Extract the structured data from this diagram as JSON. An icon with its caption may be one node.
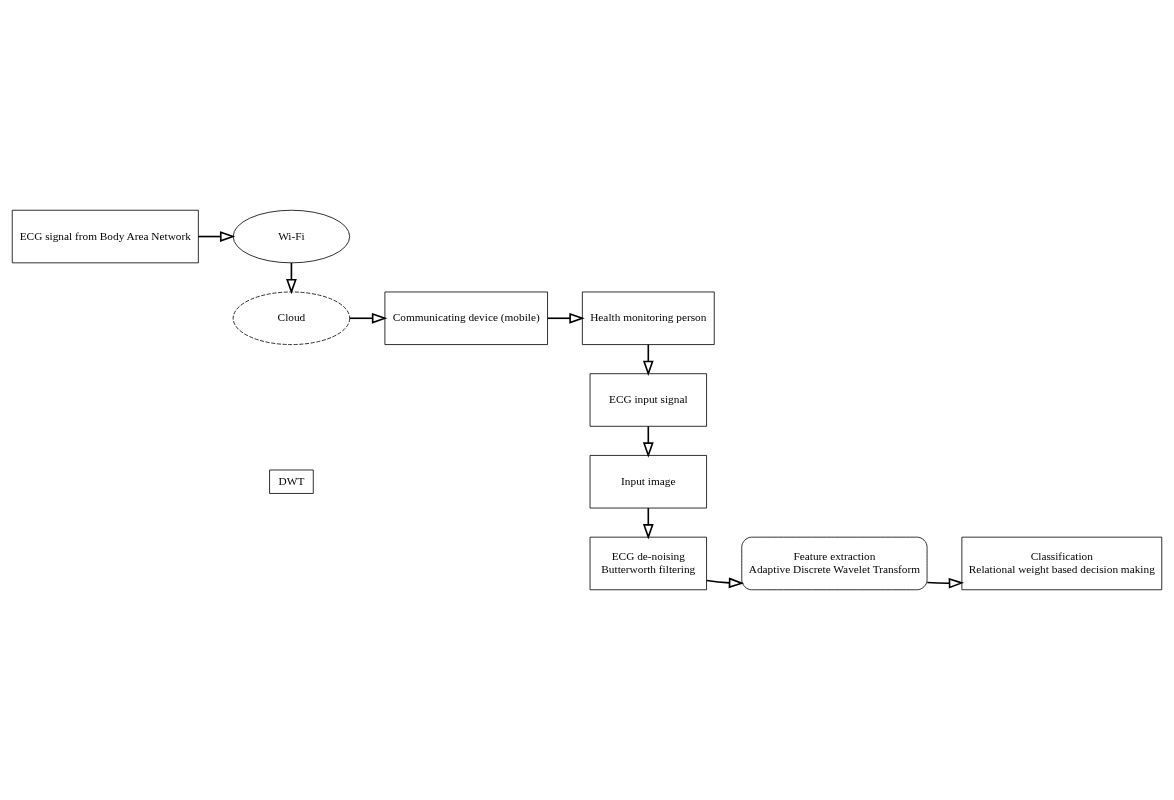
{
  "diagram": {
    "nodes": [
      {
        "text": [
          "ECG signal from Body Area Network"
        ]
      },
      {
        "text": [
          "Wi-Fi"
        ]
      },
      {
        "text": [
          "Cloud"
        ]
      },
      {
        "text": [
          "Communicating device (mobile)"
        ]
      },
      {
        "text": [
          "Health monitoring person"
        ]
      },
      {
        "text": [
          "ECG input signal"
        ]
      },
      {
        "text": [
          "DWT"
        ]
      },
      {
        "text": [
          "Input image"
        ]
      },
      {
        "text": [
          "ECG de-noising",
          "Butterworth filtering"
        ]
      },
      {
        "text": [
          "Feature extraction",
          "Adaptive Discrete Wavelet Transform"
        ]
      },
      {
        "text": [
          "Classification",
          "Relational weight based decision making"
        ]
      }
    ],
    "edges": [
      {
        "from": 0,
        "to": 1,
        "arrow": "to"
      },
      {
        "from": 1,
        "to": 2,
        "arrow": "to"
      },
      {
        "from": 2,
        "to": 3,
        "arrow": "to"
      },
      {
        "from": 3,
        "to": 4,
        "arrow": "to"
      },
      {
        "from": 4,
        "to": 5,
        "arrow": "to"
      },
      {
        "from": 5,
        "to": 7,
        "arrow": "to"
      },
      {
        "from": 7,
        "to": 8,
        "arrow": "to"
      },
      {
        "from": 8,
        "to": 9,
        "arrow": "to"
      },
      {
        "from": 9,
        "to": 10,
        "arrow": "to"
      }
    ]
  }
}
